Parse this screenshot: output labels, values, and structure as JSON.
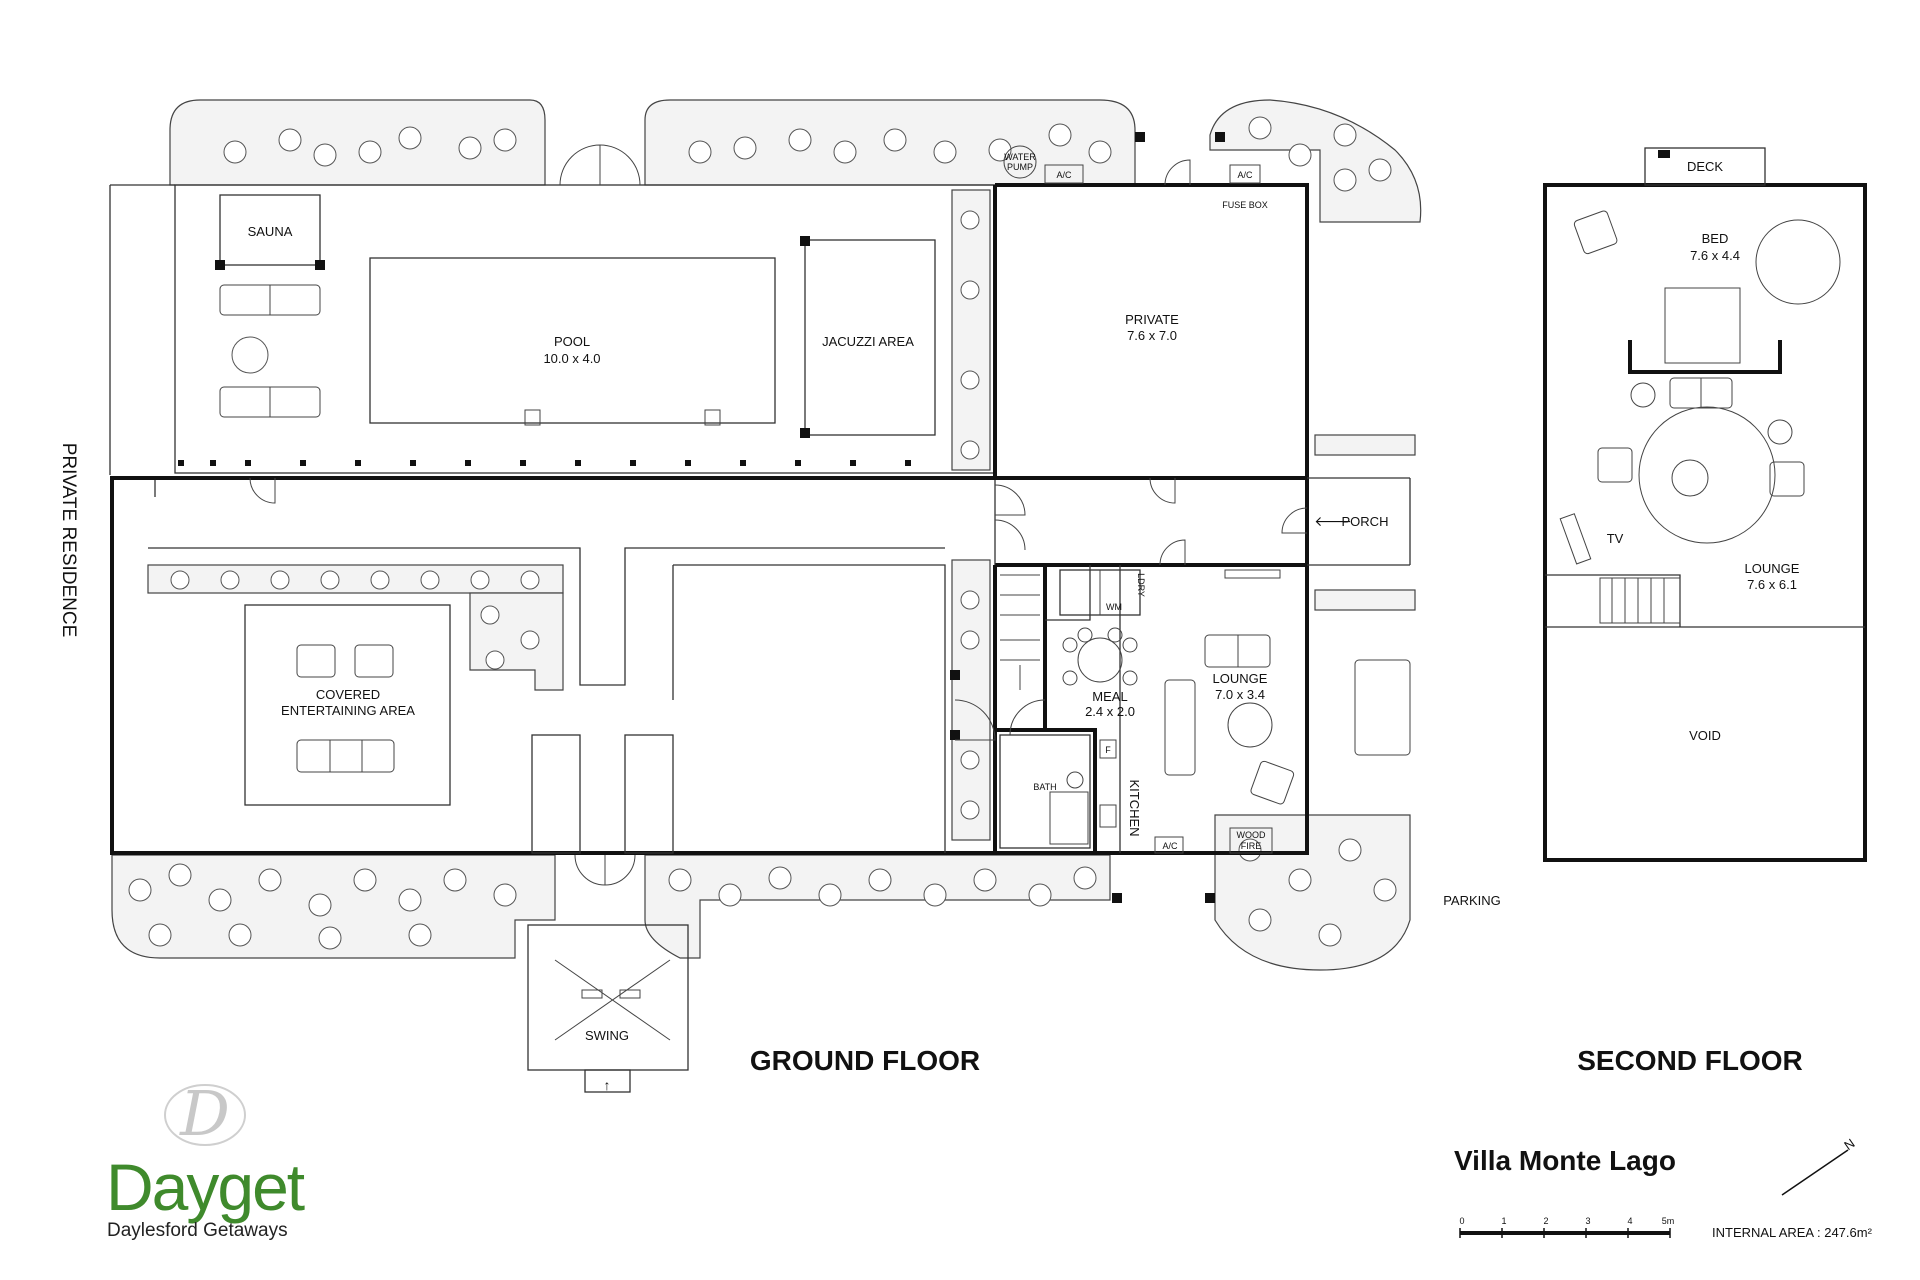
{
  "ground_floor": {
    "heading": "GROUND FLOOR",
    "side_label": "PRIVATE RESIDENCE",
    "sauna": "SAUNA",
    "pool": {
      "name": "POOL",
      "size": "10.0 x 4.0"
    },
    "jacuzzi": "JACUZZI AREA",
    "water_pump": {
      "line1": "WATER",
      "line2": "PUMP"
    },
    "ac_labels": [
      "A/C",
      "A/C",
      "A/C"
    ],
    "fuse_box": "FUSE BOX",
    "private": {
      "name": "PRIVATE",
      "size": "7.6 x 7.0"
    },
    "porch": "PORCH",
    "covered": {
      "line1": "COVERED",
      "line2": "ENTERTAINING AREA"
    },
    "laundry": "LDRY",
    "wm": "WM",
    "meal": {
      "name": "MEAL",
      "size": "2.4 x 2.0"
    },
    "lounge": {
      "name": "LOUNGE",
      "size": "7.0 x 3.4"
    },
    "bath": "BATH",
    "fridge": "F",
    "kitchen": "KITCHEN",
    "wood_fire": {
      "line1": "WOOD",
      "line2": "FIRE"
    },
    "parking": "PARKING",
    "swing": "SWING"
  },
  "second_floor": {
    "heading": "SECOND FLOOR",
    "deck": "DECK",
    "bed": {
      "name": "BED",
      "size": "7.6 x 4.4"
    },
    "tv": "TV",
    "lounge": {
      "name": "LOUNGE",
      "size": "7.6 x 6.1"
    },
    "void": "VOID"
  },
  "branding": {
    "logo_letter": "D",
    "logo_word": "Dayget",
    "logo_tagline": "Daylesford Getaways",
    "logo_color": "#3f8a2c"
  },
  "property": {
    "name": "Villa Monte Lago",
    "internal_area": "INTERNAL AREA : 247.6m²"
  },
  "scale_bar": {
    "ticks": [
      "0",
      "1",
      "2",
      "3",
      "4",
      "5m"
    ]
  },
  "north_arrow": {
    "label": "N",
    "icon": "north-arrow-icon"
  }
}
